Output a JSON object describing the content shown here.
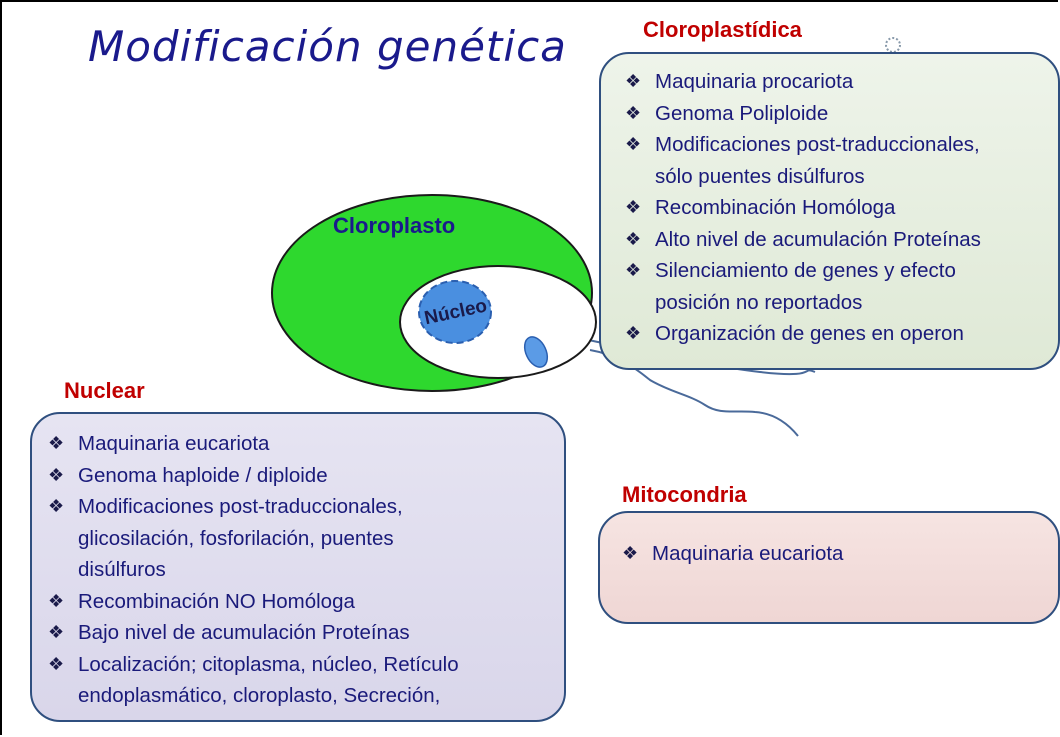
{
  "title": "Modificación genética",
  "cloroplastidica": {
    "heading": "Cloroplastídica",
    "items": [
      "Maquinaria procariota",
      "Genoma Poliploide",
      "Modificaciones post-traduccionales,",
      "sólo puentes disúlfuros",
      "Recombinación Homóloga",
      "Alto nivel de acumulación Proteínas",
      "Silenciamiento de genes  y efecto",
      "posición no reportados",
      "Organización de genes en operon"
    ],
    "bullets": [
      true,
      true,
      true,
      false,
      true,
      true,
      true,
      false,
      true
    ]
  },
  "cell": {
    "cloroplasto_label": "Cloroplasto",
    "nucleo_label": "Núcleo",
    "colors": {
      "cell": "#2ed82e",
      "nucleus": "#4a8fe0",
      "border": "#1a1a1a"
    }
  },
  "nuclear": {
    "heading": "Nuclear",
    "items": [
      "Maquinaria eucariota",
      "Genoma haploide / diploide",
      "Modificaciones post-traduccionales,",
      "glicosilación,  fosforilación, puentes",
      "disúlfuros",
      "Recombinación  NO Homóloga",
      "Bajo nivel de acumulación Proteínas",
      "Localización; citoplasma, núcleo, Retículo",
      "endoplasmático, cloroplasto, Secreción,"
    ],
    "bullets": [
      true,
      true,
      true,
      false,
      false,
      true,
      true,
      true,
      false
    ]
  },
  "mitocondria": {
    "heading": "Mitocondria",
    "items": [
      "Maquinaria eucariota"
    ],
    "bullets": [
      true
    ]
  },
  "bullet_glyph": "❖"
}
